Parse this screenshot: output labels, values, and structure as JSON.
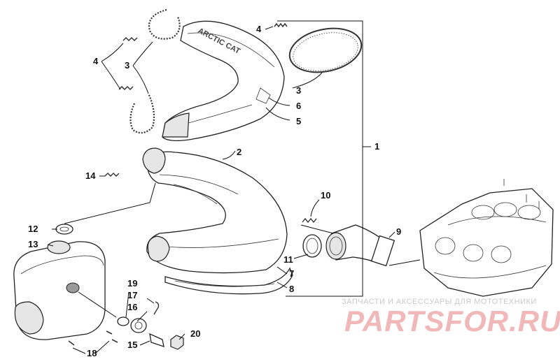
{
  "callouts": {
    "c1": "1",
    "c2": "2",
    "c3a": "3",
    "c3b": "3",
    "c4a": "4",
    "c4b": "4",
    "c5": "5",
    "c6": "6",
    "c7": "7",
    "c8": "8",
    "c9": "9",
    "c10": "10",
    "c11": "11",
    "c12": "12",
    "c13": "13",
    "c14": "14",
    "c15": "15",
    "c16": "16",
    "c17": "17",
    "c18": "18",
    "c19": "19",
    "c20": "20"
  },
  "shield_logo": "ARCTIC CAT",
  "watermark": {
    "caption": "ЗАПЧАСТИ И АКСЕССУАРЫ ДЛЯ МОТОТЕХНИКИ",
    "logo": "PARTSFOR.RU"
  }
}
